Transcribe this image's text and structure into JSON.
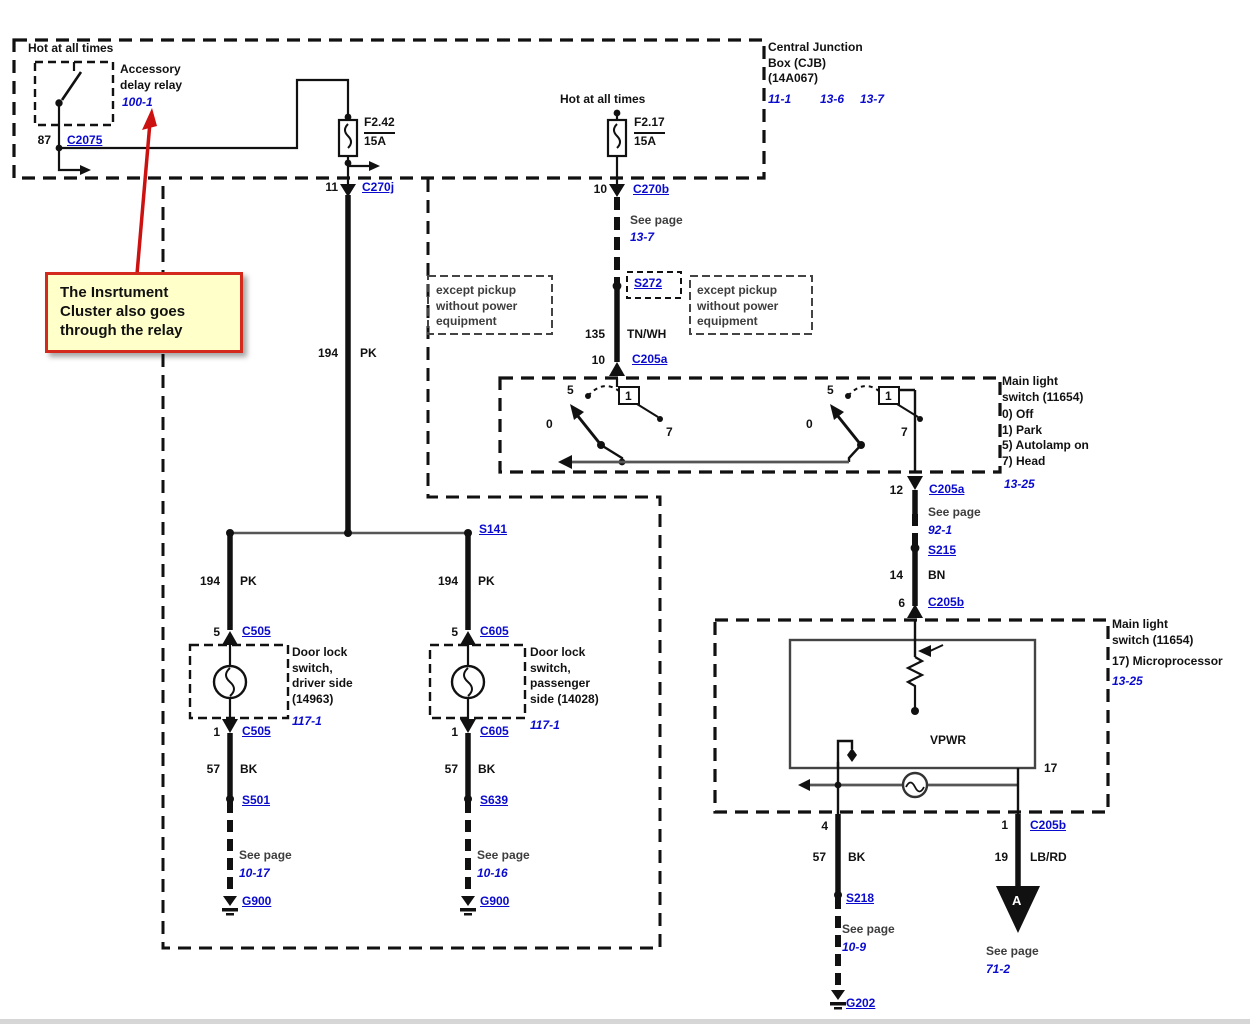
{
  "colors": {
    "link": "#0A0ACF",
    "ink": "#111111",
    "wire_gray": "#555555",
    "callout_bg": "#FFFFC9",
    "callout_border": "#D42A1E",
    "arrow_red": "#CC1111",
    "edge": "#D6D6D6"
  },
  "callout": {
    "text": "The Insrtument\nCluster also goes\nthrough the relay"
  },
  "cjb": {
    "hot_left": "Hot at all times",
    "hot_mid": "Hot at all times",
    "title": "Central Junction\nBox (CJB)\n(14A067)",
    "page1": "11-1",
    "page2": "13-6",
    "page3": "13-7"
  },
  "relay": {
    "name": "Accessory\ndelay relay",
    "page": "100-1",
    "pin": "87",
    "conn": "C2075"
  },
  "fuses": {
    "f1_name": "F2.42",
    "f1_amps": "15A",
    "f2_name": "F2.17",
    "f2_amps": "15A"
  },
  "feed_left": {
    "pin": "11",
    "conn": "C270j",
    "circuit": "194",
    "color": "PK"
  },
  "feed_mid": {
    "pin": "10",
    "conn": "C270b",
    "see": "See page",
    "page": "13-7",
    "splice": "S272",
    "circuit": "135",
    "color": "TN/WH",
    "pin2": "10",
    "conn2": "C205a"
  },
  "except": {
    "text": "except pickup\nwithout power\nequipment"
  },
  "mls": {
    "title": "Main light\nswitch (11654)",
    "list": "0) Off\n1) Park\n5) Autolamp on\n7) Head",
    "page": "13-25",
    "p0": "0",
    "p1": "1",
    "p5": "5",
    "p7": "7"
  },
  "mls_out": {
    "pin": "12",
    "conn": "C205a",
    "see": "See page",
    "page": "92-1",
    "splice": "S215",
    "circuit": "14",
    "color": "BN",
    "pin2": "6",
    "conn2": "C205b"
  },
  "mls2": {
    "title": "Main light\nswitch (11654)",
    "micro": "17) Microprocessor",
    "page": "13-25",
    "vpwr": "VPWR",
    "pin17": "17"
  },
  "out_gnd": {
    "pin": "4",
    "circuit": "57",
    "color": "BK",
    "splice": "S218",
    "see": "See page",
    "page": "10-9",
    "ground": "G202"
  },
  "out_a": {
    "pin": "1",
    "conn": "C205b",
    "circuit": "19",
    "color": "LB/RD",
    "marker": "A",
    "see": "See page",
    "page": "71-2"
  },
  "splice_s141": "S141",
  "door_a": {
    "circuit": "194",
    "wcolor": "PK",
    "pin_top": "5",
    "conn_top": "C505",
    "box": "Door lock\nswitch,\ndriver side\n(14963)",
    "page": "117-1",
    "pin_bot": "1",
    "conn_bot": "C505",
    "circuit2": "57",
    "wcolor2": "BK",
    "splice": "S501",
    "see": "See page",
    "page2": "10-17",
    "ground": "G900"
  },
  "door_b": {
    "circuit": "194",
    "wcolor": "PK",
    "pin_top": "5",
    "conn_top": "C605",
    "box": "Door lock\nswitch,\npassenger\nside (14028)",
    "page": "117-1",
    "pin_bot": "1",
    "conn_bot": "C605",
    "circuit2": "57",
    "wcolor2": "BK",
    "splice": "S639",
    "see": "See page",
    "page2": "10-16",
    "ground": "G900"
  }
}
